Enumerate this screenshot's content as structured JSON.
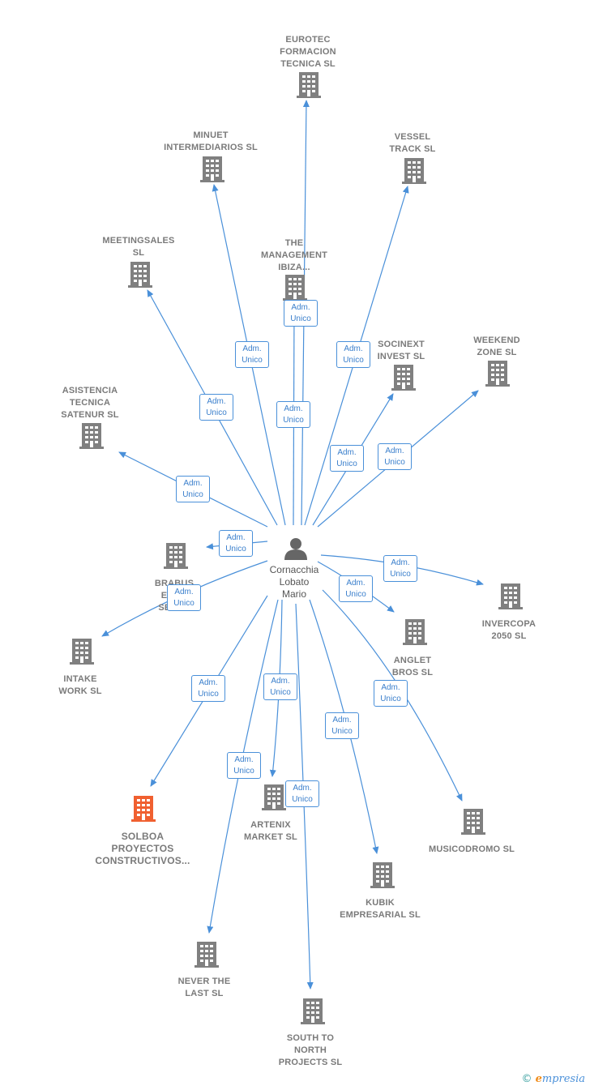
{
  "colors": {
    "edge": "#4a90d9",
    "building": "#808080",
    "building_highlight": "#f06030",
    "person": "#666666",
    "label_text": "#7a7a7a"
  },
  "person": {
    "name": "Cornacchia\nLobato\nMario",
    "icon": "person-icon"
  },
  "edge_label": "Adm.\nUnico",
  "companies": [
    {
      "id": "eurotec",
      "name": "EUROTEC\nFORMACION\nTECNICA  SL",
      "highlight": false
    },
    {
      "id": "minuet",
      "name": "MINUET\nINTERMEDIARIOS SL",
      "highlight": false
    },
    {
      "id": "vessel",
      "name": "VESSEL\nTRACK SL",
      "highlight": false
    },
    {
      "id": "meetingsales",
      "name": "MEETINGSALES\nSL",
      "highlight": false
    },
    {
      "id": "management",
      "name": "THE\nMANAGEMENT\nIBIZA...",
      "highlight": false
    },
    {
      "id": "socinext",
      "name": "SOCINEXT\nINVEST  SL",
      "highlight": false
    },
    {
      "id": "weekend",
      "name": "WEEKEND\nZONE SL",
      "highlight": false
    },
    {
      "id": "asistencia",
      "name": "ASISTENCIA\nTECNICA\nSATENUR  SL",
      "highlight": false
    },
    {
      "id": "brabus",
      "name": "BRABUS\nESS...\nSERV...",
      "highlight": false
    },
    {
      "id": "invercopa",
      "name": "INVERCOPA\n2050  SL",
      "highlight": false
    },
    {
      "id": "anglet",
      "name": "ANGLET\nBROS SL",
      "highlight": false
    },
    {
      "id": "intake",
      "name": "INTAKE\nWORK SL",
      "highlight": false
    },
    {
      "id": "solboa",
      "name": "SOLBOA\nPROYECTOS\nCONSTRUCTIVOS...",
      "highlight": true
    },
    {
      "id": "artenix",
      "name": "ARTENIX\nMARKET  SL",
      "highlight": false
    },
    {
      "id": "musicodromo",
      "name": "MUSICODROMO SL",
      "highlight": false
    },
    {
      "id": "kubik",
      "name": "KUBIK\nEMPRESARIAL SL",
      "highlight": false
    },
    {
      "id": "never",
      "name": "NEVER THE\nLAST  SL",
      "highlight": false
    },
    {
      "id": "south",
      "name": "SOUTH TO\nNORTH\nPROJECTS  SL",
      "highlight": false
    }
  ],
  "footer": {
    "copyright": "©",
    "brand_initial": "e",
    "brand_rest": "mpresia"
  }
}
